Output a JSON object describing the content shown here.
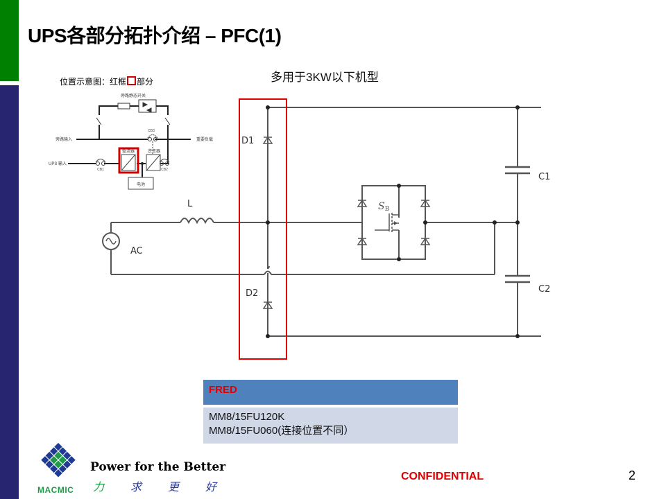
{
  "slide": {
    "title": "UPS各部分拓扑介绍 – PFC(1)",
    "subtitle": "多用于3KW以下机型",
    "page_number": "2",
    "confidential": "CONFIDENTIAL",
    "colors": {
      "green_bar": "#008000",
      "navy_bar": "#272470",
      "highlight_red": "#d00000",
      "table_header": "#4f81bd",
      "table_body": "#d0d8e8"
    }
  },
  "location_diagram": {
    "label_prefix": "位置示意图：红框",
    "label_suffix": "部分",
    "labels": {
      "bypass_switch": "旁路静态开关",
      "bypass_input": "旁路输入",
      "ups_input": "UPS 输入",
      "rectifier": "整流器",
      "inverter": "逆变器",
      "battery": "电池",
      "critical_load": "重要负载",
      "cb1": "CB1",
      "cb2": "CB2",
      "cb3": "CB3"
    }
  },
  "circuit": {
    "labels": {
      "d1": "D1",
      "d2": "D2",
      "inductor": "L",
      "source": "AC",
      "switch": "S",
      "switch_sub": "B",
      "c1": "C1",
      "c2": "C2"
    }
  },
  "fred_table": {
    "header": "FRED",
    "rows": [
      "MM8/15FU120K",
      "MM8/15FU060(连接位置不同）"
    ]
  },
  "footer": {
    "brand": "MACMIC",
    "slogan": "Power for the Better",
    "slogan_cn": [
      "力",
      "求",
      "更",
      "好"
    ]
  }
}
